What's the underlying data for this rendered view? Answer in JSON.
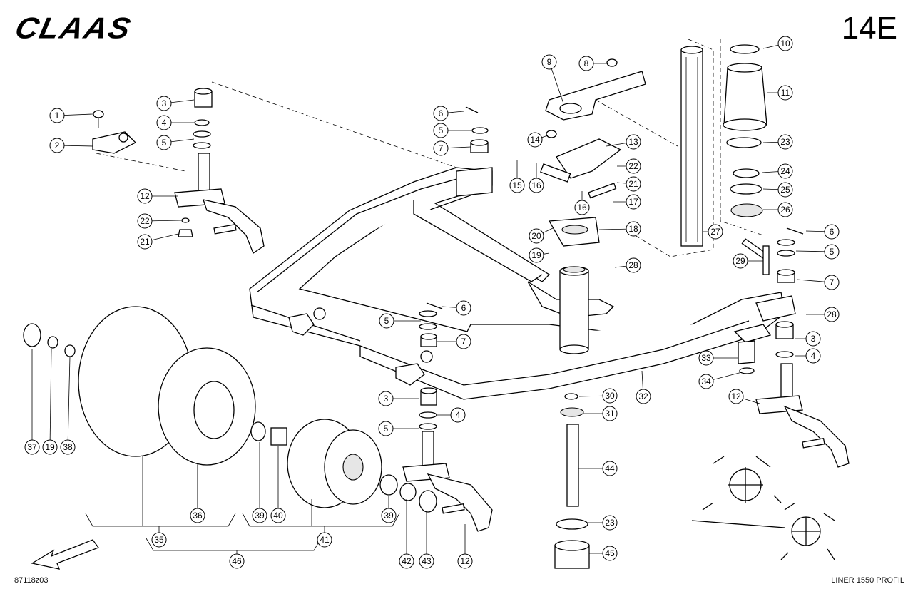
{
  "header": {
    "brand": "CLAAS",
    "page_code": "14E"
  },
  "footer": {
    "drawing_number": "87118z03",
    "model": "LINER 1550 PROFIL"
  },
  "callouts": [
    "1",
    "2",
    "3",
    "4",
    "5",
    "12",
    "22",
    "21",
    "6",
    "5",
    "7",
    "9",
    "8",
    "14",
    "13",
    "15",
    "16",
    "22",
    "21",
    "16",
    "17",
    "20",
    "18",
    "19",
    "28",
    "10",
    "11",
    "23",
    "24",
    "25",
    "26",
    "27",
    "6",
    "5",
    "29",
    "7",
    "28",
    "3",
    "4",
    "33",
    "34",
    "12",
    "6",
    "5",
    "7",
    "32",
    "3",
    "4",
    "5",
    "30",
    "31",
    "44",
    "23",
    "45",
    "12",
    "37",
    "19",
    "38",
    "36",
    "39",
    "40",
    "39",
    "42",
    "43",
    "35",
    "41",
    "46"
  ]
}
